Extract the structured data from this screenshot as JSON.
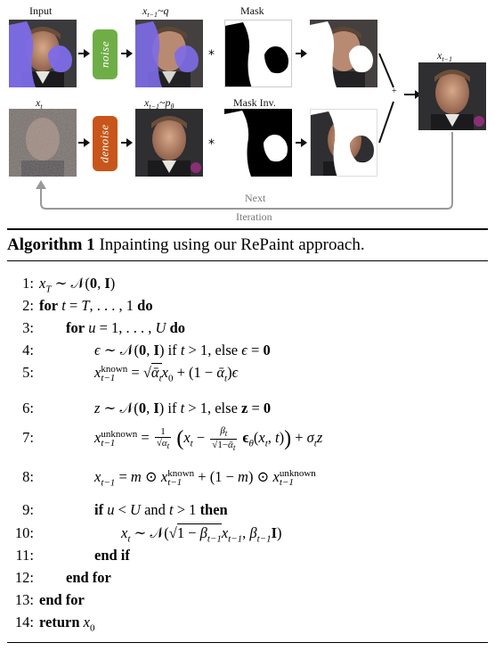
{
  "figure": {
    "labels": {
      "input": "Input",
      "x_t_minus_1_q": "x",
      "q_suffix": "~q",
      "mask": "Mask",
      "x_t": "x",
      "x_t_minus_1_p": "x",
      "p_suffix": "~p",
      "mask_inv": "Mask Inv.",
      "x_t_minus_1_out": "x",
      "next": "Next",
      "iteration": "Iteration",
      "plus": "+",
      "times": "*"
    },
    "boxes": {
      "noise": "noise",
      "denoise": "denoise"
    },
    "colors": {
      "noise_box": "#6fae46",
      "denoise_box": "#c8561a",
      "mask_overlay": "#7d6be8",
      "arrow": "#111111",
      "loop_line": "#999999"
    }
  },
  "algorithm": {
    "number": "Algorithm 1",
    "title": "Inpainting using our RePaint approach.",
    "lines": [
      {
        "n": "1:"
      },
      {
        "n": "2:"
      },
      {
        "n": "3:"
      },
      {
        "n": "4:"
      },
      {
        "n": "5:"
      },
      {
        "n": "6:"
      },
      {
        "n": "7:"
      },
      {
        "n": "8:"
      },
      {
        "n": "9:"
      },
      {
        "n": "10:"
      },
      {
        "n": "11:"
      },
      {
        "n": "12:"
      },
      {
        "n": "13:"
      },
      {
        "n": "14:"
      }
    ],
    "keywords": {
      "for": "for",
      "do": "do",
      "if": "if",
      "then": "then",
      "end_if": "end if",
      "end_for": "end for",
      "return": "return",
      "and": "and",
      "else": "else"
    },
    "tokens": {
      "known": "known",
      "unknown": "unknown"
    }
  }
}
